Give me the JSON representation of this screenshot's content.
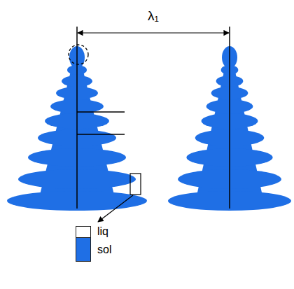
{
  "diagram": {
    "labels": [
      "λ₁"
    ],
    "legend": [
      {
        "text": "liq",
        "color": "#ffffff"
      },
      {
        "text": "sol",
        "color": "#1f6fe5"
      }
    ]
  }
}
